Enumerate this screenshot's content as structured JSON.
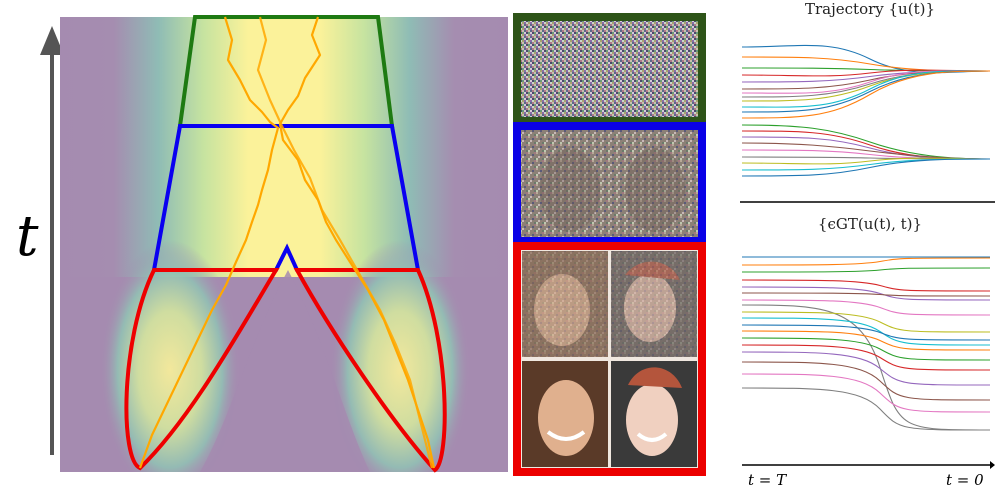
{
  "left_panel": {
    "axis_label": "t"
  },
  "noise_panels": [
    {
      "border_color": "#2e5418"
    },
    {
      "border_color": "#0a00e6"
    },
    {
      "border_color": "#ec0000"
    }
  ],
  "trajectory_panel": {
    "title": "Trajectory {u(t)}"
  },
  "epsilon_panel": {
    "title": "{ϵGT(u(t), t)}"
  },
  "time_axis": {
    "left_label": "t = T",
    "right_label": "t = 0"
  },
  "colors": {
    "green": "#1e7a12",
    "blue": "#0a00f0",
    "red": "#ee0000",
    "path": "#ffa800"
  }
}
